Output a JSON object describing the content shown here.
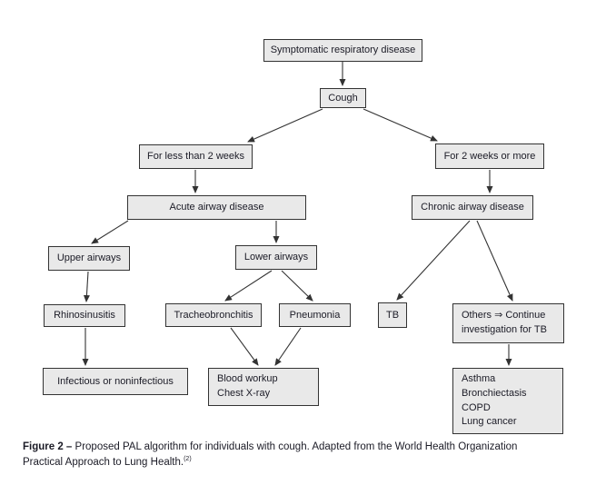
{
  "colors": {
    "background": "#ffffff",
    "box_fill": "#e9e9e9",
    "box_border": "#333333",
    "arrow_line": "#333333",
    "text": "#1b1b26"
  },
  "flowchart": {
    "nodes": {
      "symptomatic": "Symptomatic respiratory disease",
      "cough": "Cough",
      "less_than_2_weeks": "For less than 2 weeks",
      "two_weeks_or_more": "For 2 weeks or more",
      "acute_airway_disease": "Acute airway disease",
      "chronic_airway_disease": "Chronic airway disease",
      "upper_airways": "Upper airways",
      "lower_airways": "Lower airways",
      "rhinosinusitis": "Rhinosinusitis",
      "tracheobronchitis": "Tracheobronchitis",
      "pneumonia": "Pneumonia",
      "tb": "TB",
      "others_continue": [
        "Others ⇒ Continue",
        "investigation for TB"
      ],
      "infectious_or_noninfectious": "Infectious or noninfectious",
      "blood_workup": [
        "Blood workup",
        "Chest X-ray"
      ],
      "chronic_diagnoses": [
        "Asthma",
        "Bronchiectasis",
        "COPD",
        "Lung cancer"
      ]
    }
  },
  "caption": {
    "label": "Figure 2 –",
    "line1": "Proposed PAL algorithm for individuals with cough. Adapted from the World Health Organization",
    "line2": "Practical Approach to Lung Health.",
    "reference_superscript": "(2)"
  }
}
